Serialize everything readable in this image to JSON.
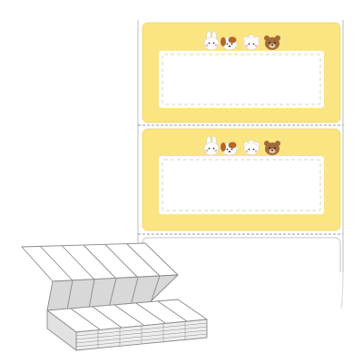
{
  "product": {
    "label_count_shown": 3,
    "animals": [
      "bunny",
      "puppy",
      "lamb",
      "bear"
    ]
  },
  "colors": {
    "label_yellow": "#FBE582",
    "label_white": "#FFFFFF",
    "liner": "#FFFFFF",
    "liner_stroke": "#C9C9C9",
    "perforation": "#9A9A9A",
    "dash": "#E7E0C8",
    "fanfold_top": "#FFFFFF",
    "fanfold_mid": "#D8D8D8",
    "fanfold_stroke": "#8A8A8A"
  }
}
